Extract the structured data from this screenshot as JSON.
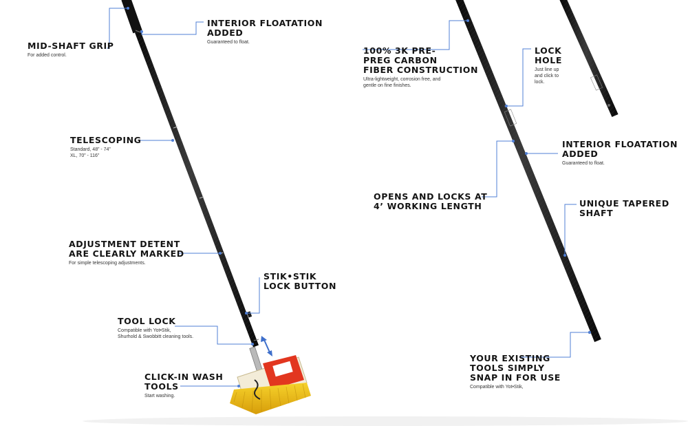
{
  "accent_line_color": "#4f7fd6",
  "left_product": {
    "callouts": [
      {
        "title": [
          "MID-SHAFT GRIP"
        ],
        "sub": [
          "For added control."
        ]
      },
      {
        "title": [
          "INTERIOR FLOATATION",
          "ADDED"
        ],
        "sub": [
          "Guaranteed to float."
        ]
      },
      {
        "title": [
          "TELESCOPING"
        ],
        "sub": [
          "Standard, 48” - 74”",
          "XL,  70” - 116”"
        ]
      },
      {
        "title": [
          "ADJUSTMENT DETENT",
          "ARE CLEARLY MARKED"
        ],
        "sub": [
          "For simple telescoping adjustments."
        ]
      },
      {
        "title": [
          "STIK•STIK",
          "LOCK BUTTON"
        ],
        "sub": []
      },
      {
        "title": [
          "TOOL LOCK"
        ],
        "sub": [
          "Compatible with Yot•Stik,",
          "Shurhold & Swobbitt cleaning tools."
        ]
      },
      {
        "title": [
          "CLICK-IN WASH",
          "TOOLS"
        ],
        "sub": [
          "Start washing."
        ]
      }
    ]
  },
  "right_product": {
    "callouts": [
      {
        "title": [
          "100% 3K PRE-",
          "PREG CARBON",
          "FIBER CONSTRUCTION"
        ],
        "sub": [
          "Ultra-lightweight, corrosion free, and",
          "gentle on fine finishes."
        ]
      },
      {
        "title": [
          "LOCK",
          "HOLE"
        ],
        "sub": [
          "Just line up",
          "and click to",
          "lock."
        ]
      },
      {
        "title": [
          "INTERIOR FLOATATION",
          "ADDED"
        ],
        "sub": [
          "Guaranteed to float."
        ]
      },
      {
        "title": [
          "OPENS AND LOCKS AT",
          "4’ WORKING LENGTH"
        ],
        "sub": []
      },
      {
        "title": [
          "UNIQUE TAPERED",
          "SHAFT"
        ],
        "sub": []
      },
      {
        "title": [
          "YOUR EXISTING",
          "TOOLS SIMPLY",
          "SNAP IN FOR USE"
        ],
        "sub": [
          "Compatible with Yot•Stik,"
        ]
      }
    ]
  },
  "icons": [
    "telescoping-pole",
    "brush-head",
    "double-arrow-icon",
    "carbon-pole-sections"
  ]
}
